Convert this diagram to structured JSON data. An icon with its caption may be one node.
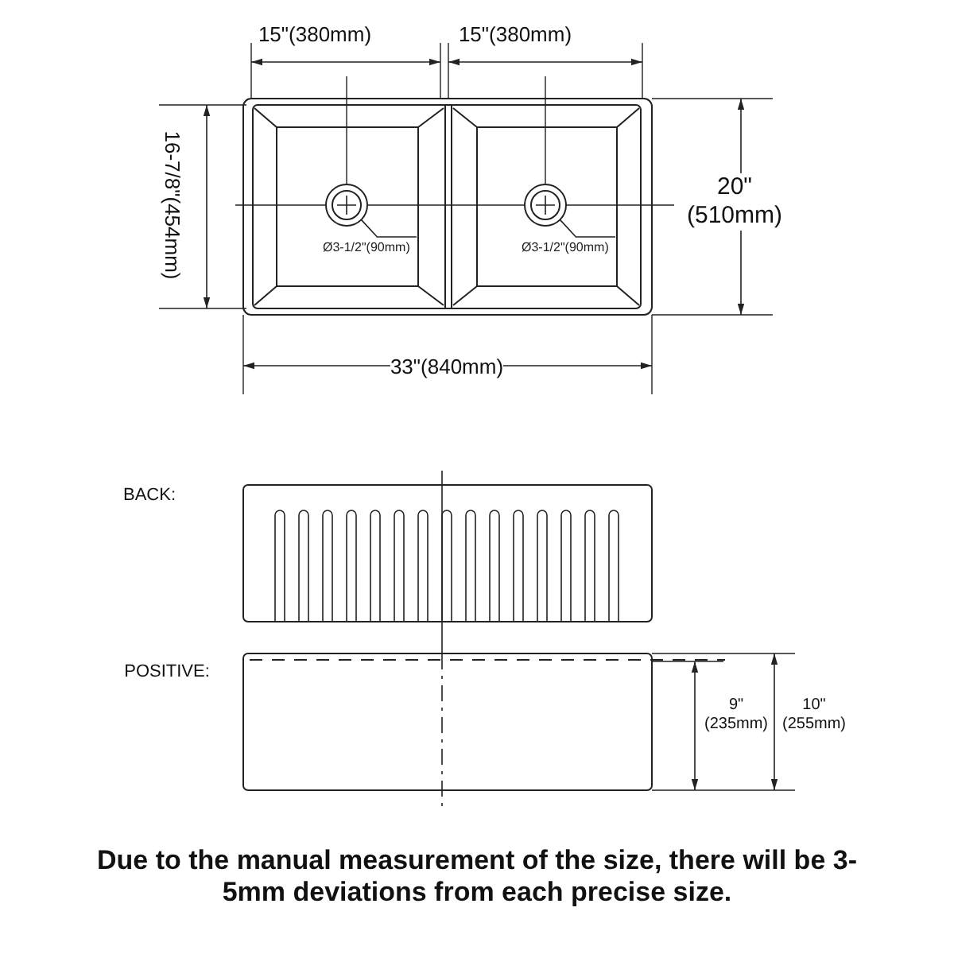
{
  "diagram": {
    "nodes": [
      {
        "text": [
          "Ø3-1/2\"(90mm)"
        ]
      },
      {
        "text": [],
        "shape": "circle"
      },
      {
        "text": [
          "Ø3-1/2\"(90mm)"
        ]
      },
      {
        "text": [],
        "shape": "circle"
      }
    ],
    "edges": [
      {
        "from": 0,
        "to": 1,
        "arrow": "none"
      },
      {
        "from": 2,
        "to": 3,
        "arrow": "none"
      }
    ],
    "labels": [
      "15\"(380mm)",
      "15\"(380mm)",
      "16-7/8\"(454mm)",
      "20\" (510mm)",
      "33\"(840mm)",
      "BACK:",
      "POSITIVE:",
      "9\" (235mm)",
      "10\" (255mm)",
      "Due to the manual measurement of the size, there will be 3-5mm deviations from each precise size."
    ]
  }
}
